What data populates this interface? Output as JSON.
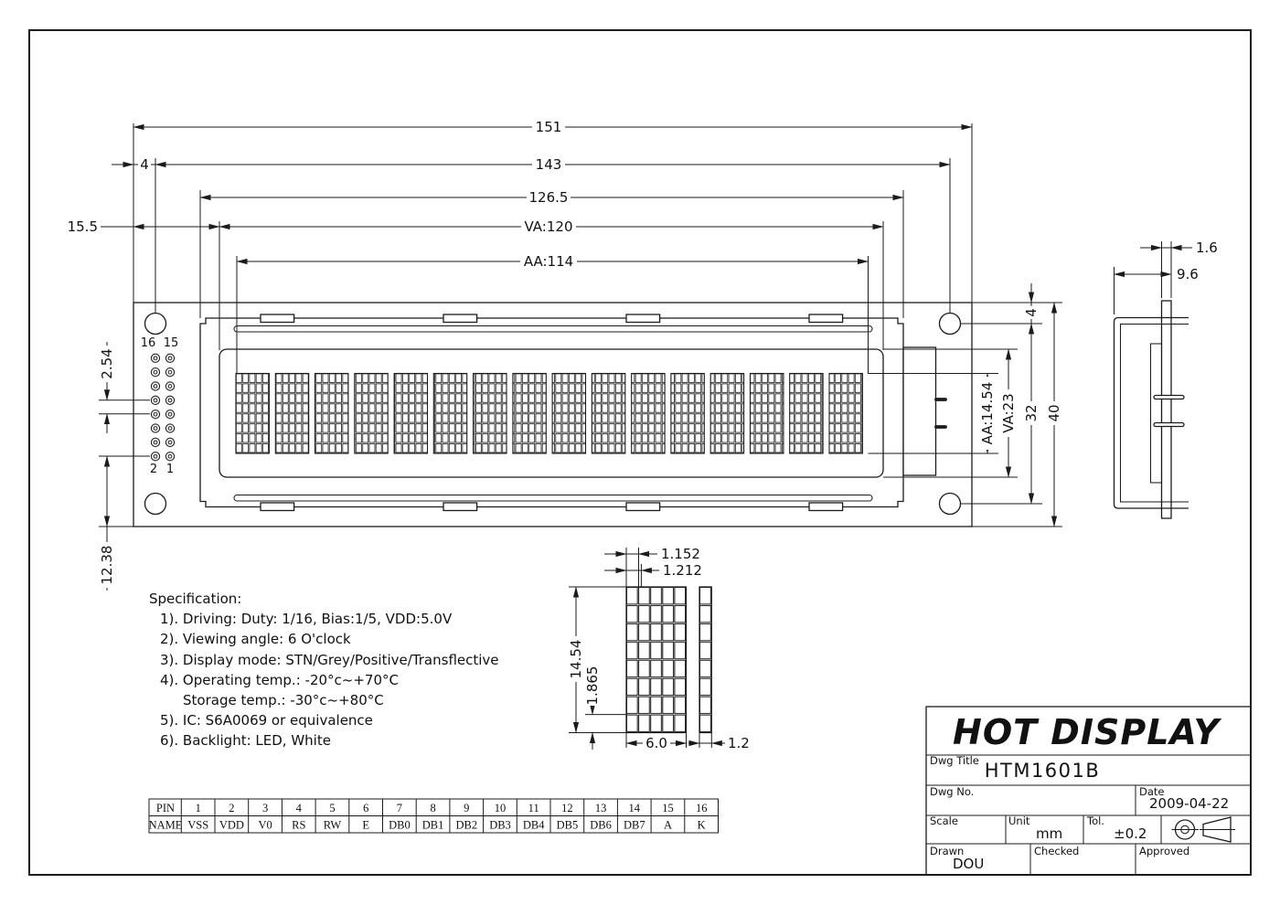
{
  "dims": {
    "top": {
      "total": "151",
      "holes": "143",
      "bezel": "126.5",
      "va": "VA:120",
      "aa": "AA:114",
      "edge_offset": "4"
    },
    "left": {
      "edge_to_va": "15.5",
      "pin_pitch": "2.54",
      "pin_bottom": "12.38"
    },
    "right": {
      "hole_offset": "4",
      "aa_height": "AA:14.54",
      "va_height": "VA:23",
      "hole_span": "32",
      "total_height": "40"
    },
    "side": {
      "pcb_thickness": "1.6",
      "depth": "9.6"
    },
    "detail": {
      "dot_width": "1.152",
      "dot_pitch": "1.212",
      "char_height": "14.54",
      "dot_height": "1.865",
      "char_width": "6.0",
      "cursor_col": "1.2"
    }
  },
  "front_view": {
    "pin16": "16",
    "pin15": "15",
    "pin2": "2",
    "pin1": "1"
  },
  "spec": {
    "title": "Specification:",
    "lines": [
      "1).  Driving:  Duty:  1/16,  Bias:1/5,  VDD:5.0V",
      "2).  Viewing  angle:  6  O'clock",
      "3).  Display  mode:  STN/Grey/Positive/Transflective",
      "4).  Operating  temp.:  -20°c~+70°C",
      "Storage  temp.:  -30°c~+80°C",
      "5).  IC:  S6A0069  or  equivalence",
      "6).  Backlight:  LED,  White"
    ]
  },
  "pin_table": {
    "rows": [
      [
        "PIN",
        "1",
        "2",
        "3",
        "4",
        "5",
        "6",
        "7",
        "8",
        "9",
        "10",
        "11",
        "12",
        "13",
        "14",
        "15",
        "16"
      ],
      [
        "NAME",
        "VSS",
        "VDD",
        "V0",
        "RS",
        "RW",
        "E",
        "DB0",
        "DB1",
        "DB2",
        "DB3",
        "DB4",
        "DB5",
        "DB6",
        "DB7",
        "A",
        "K"
      ]
    ]
  },
  "title_block": {
    "company": "HOT DISPLAY",
    "dwg_title_label": "Dwg Title",
    "dwg_title": "HTM1601B",
    "dwg_no_label": "Dwg No.",
    "date_label": "Date",
    "date": "2009-04-22",
    "scale_label": "Scale",
    "unit_label": "Unit",
    "unit": "mm",
    "tol_label": "Tol.",
    "tol": "±0.2",
    "drawn_label": "Drawn",
    "drawn": "DOU",
    "checked_label": "Checked",
    "approved_label": "Approved"
  }
}
